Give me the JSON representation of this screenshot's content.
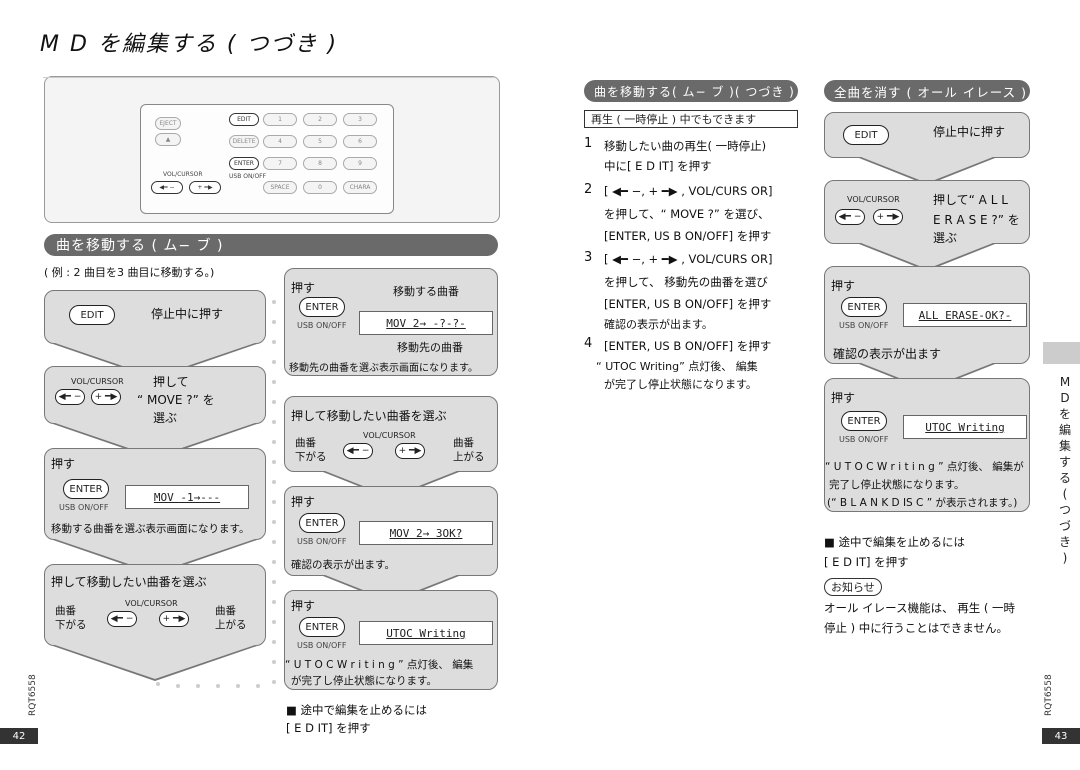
{
  "page_title": "M D を編集する ( つづき )",
  "remote": {
    "eject": "EJECT",
    "edit": "EDIT",
    "delete": "DELETE",
    "enter": "ENTER",
    "space": "SPACE",
    "chara": "CHARA",
    "vol_cursor": "VOL/CURSOR",
    "usb_onoff": "USB ON/OFF",
    "keys": [
      "1",
      "2",
      "3",
      "4",
      "5",
      "6",
      "7",
      "8",
      "9",
      "0"
    ]
  },
  "left": {
    "section_title": "曲を移動する ( ム− ブ )",
    "example": "( 例 : 2 曲目を3 曲目に移動する。)",
    "step1": {
      "button": "EDIT",
      "text": "停止中に押す"
    },
    "step2": {
      "label": "VOL/CURSOR",
      "text1": "押して",
      "text2": "“ MOVE ?” を",
      "text3": "選ぶ"
    },
    "step3": {
      "text": "押す",
      "button": "ENTER",
      "usb": "USB ON/OFF",
      "lcd": "MOV -1→---",
      "caption": "移動する曲番を選ぶ表示画面になります。"
    },
    "step4": {
      "title": "押して移動したい曲番を選ぶ",
      "label": "VOL/CURSOR",
      "down": "曲番\n下がる",
      "down1": "曲番",
      "down2": "下がる",
      "up1": "曲番",
      "up2": "上がる"
    }
  },
  "middle": {
    "stepA": {
      "text": "押す",
      "note": "移動する曲番",
      "button": "ENTER",
      "usb": "USB ON/OFF",
      "lcd": "MOV  2→ -?-?-",
      "note2": "移動先の曲番",
      "caption": "移動先の曲番を選ぶ表示画面になります。"
    },
    "stepB": {
      "title": "押して移動したい曲番を選ぶ",
      "label": "VOL/CURSOR",
      "down1": "曲番",
      "down2": "下がる",
      "up1": "曲番",
      "up2": "上がる"
    },
    "stepC": {
      "text": "押す",
      "button": "ENTER",
      "usb": "USB ON/OFF",
      "lcd": "MOV  2→  3OK?",
      "caption": "確認の表示が出ます。"
    },
    "stepD": {
      "text": "押す",
      "button": "ENTER",
      "usb": "USB ON/OFF",
      "lcd": "UTOC Writing",
      "caption1": "“ U T O C  W r i t i n g ” 点灯後、 編集",
      "caption2": "が完了し停止状態になります。"
    },
    "note1": "■ 途中で編集を止めるには",
    "note2": "[ E D IT] を押す"
  },
  "right1": {
    "header": "曲を移動する( ム− ブ )( つづき )",
    "box": "再生 ( 一時停止 ) 中でもできます",
    "items": [
      {
        "num": "1",
        "lines": [
          "移動したい曲の再生( 一時停止)",
          "中に[ E D IT] を押す"
        ]
      },
      {
        "num": "2",
        "lines": [
          "[ ◀━ −, + ━▶ , VOL/CURS OR]",
          "を押して、“ MOVE ?” を選び、",
          "[ENTER, US B ON/OFF] を押す"
        ]
      },
      {
        "num": "3",
        "lines": [
          "[ ◀━ −, + ━▶ , VOL/CURS OR]",
          "を押して、 移動先の曲番を選び",
          "[ENTER, US B ON/OFF] を押す",
          "確認の表示が出ます。"
        ]
      },
      {
        "num": "4",
        "lines": [
          "[ENTER, US B ON/OFF] を押す",
          "“ UTOC Writing” 点灯後、 編集",
          "が完了し停止状態になります。"
        ]
      }
    ]
  },
  "right2": {
    "header": "全曲を消す ( オール イレース )",
    "step1": {
      "button": "EDIT",
      "text": "停止中に押す"
    },
    "step2": {
      "label": "VOL/CURSOR",
      "text1": "押して“ A L L",
      "text2": "E R A S E ?” を",
      "text3": "選ぶ"
    },
    "step3": {
      "text": "押す",
      "button": "ENTER",
      "usb": "USB ON/OFF",
      "lcd": "ALL ERASE-OK?-",
      "caption": "確認の表示が出ます"
    },
    "step4": {
      "text": "押す",
      "button": "ENTER",
      "usb": "USB ON/OFF",
      "lcd": "UTOC Writing",
      "c1": "“ U T O C  W r i t i n g ” 点灯後、 編集が",
      "c2": "完了し停止状態になります。",
      "c3": "(“ B L A N K  D IS C ” が表示されます。)"
    },
    "note1": "■ 途中で編集を止めるには",
    "note2": "[ E D IT] を押す",
    "info_label": "お知らせ",
    "info1": "オール イレース機能は、 再生 ( 一時",
    "info2": "停止 ) 中に行うことはできません。"
  },
  "side_vertical": "M D を 編 集 す る ( つ づ き )",
  "page_left": "42",
  "page_right": "43",
  "code_left": "RQT6558",
  "code_right": "RQT6558"
}
